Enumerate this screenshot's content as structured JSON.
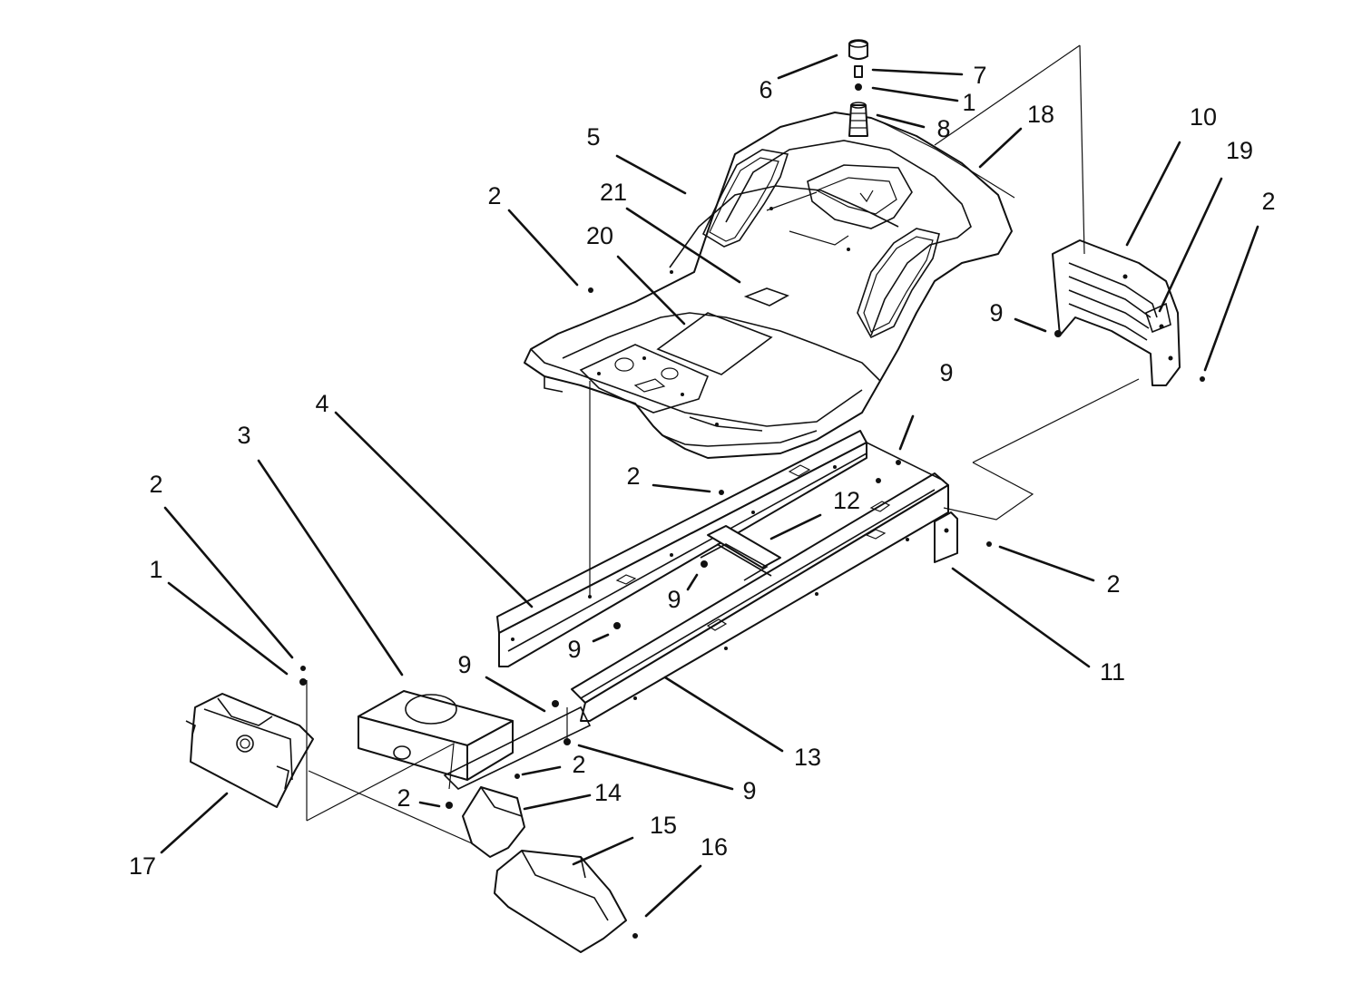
{
  "callouts": [
    "6",
    "7",
    "1",
    "8",
    "18",
    "10",
    "19",
    "2",
    "5",
    "2",
    "21",
    "20",
    "9",
    "9",
    "4",
    "3",
    "2",
    "12",
    "2",
    "2",
    "1",
    "9",
    "9",
    "9",
    "11",
    "13",
    "9",
    "2",
    "2",
    "14",
    "15",
    "16",
    "17"
  ]
}
